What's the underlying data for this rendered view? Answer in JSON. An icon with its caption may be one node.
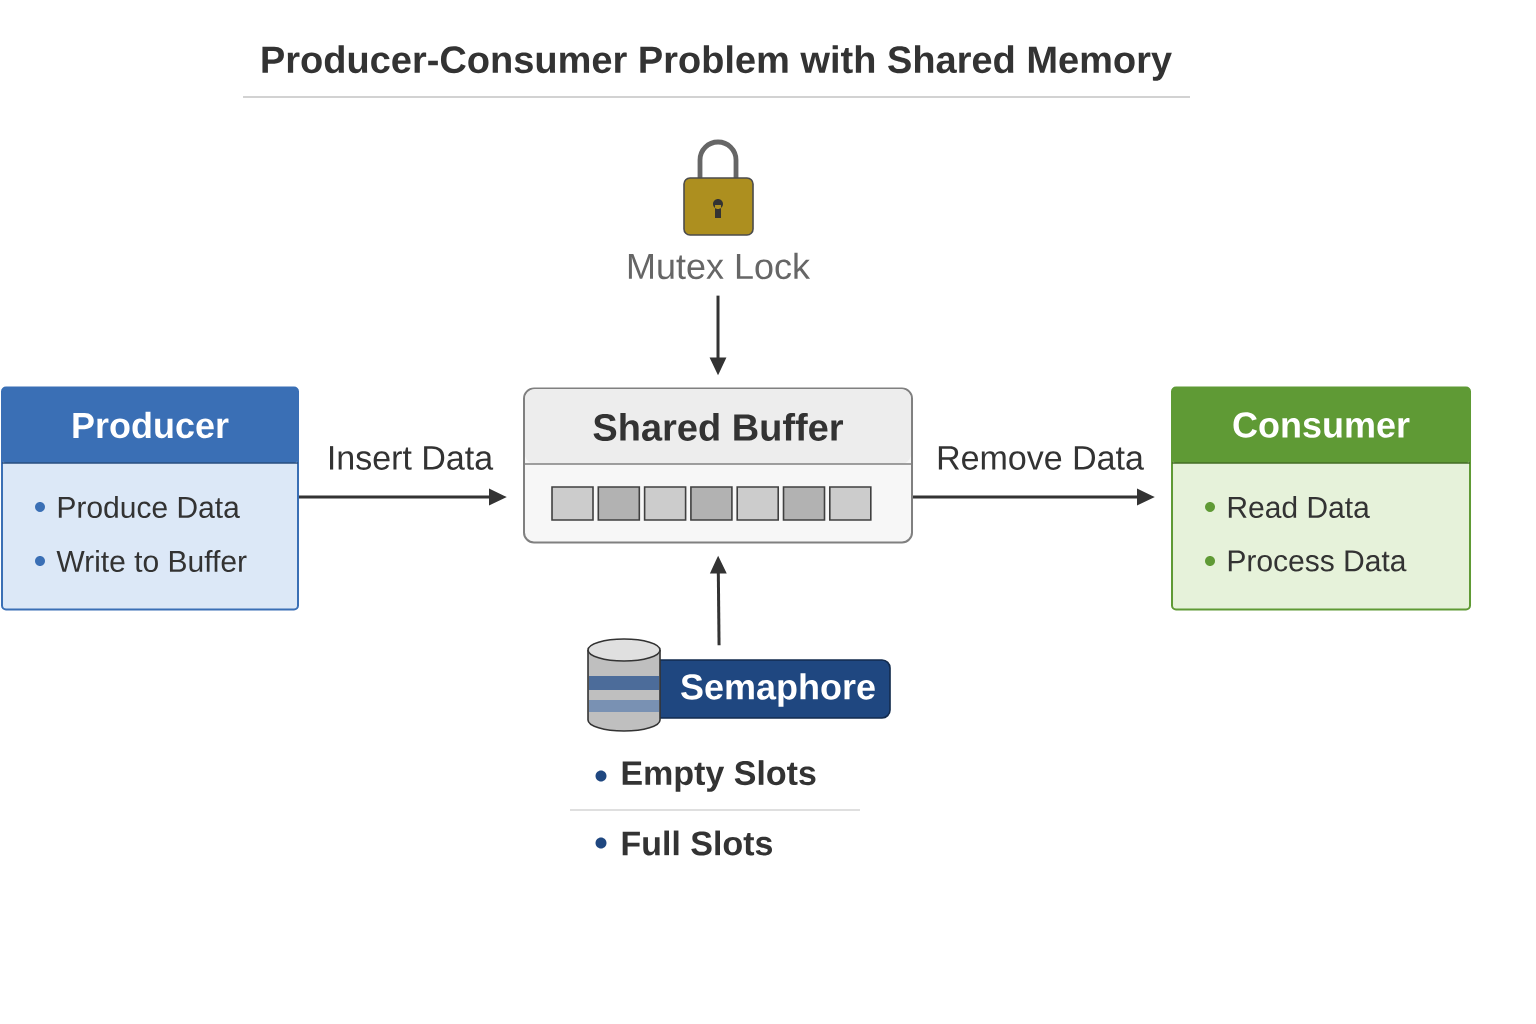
{
  "diagram": {
    "title": "Producer-Consumer Problem with Shared Memory",
    "nodes": [
      {
        "text": [
          "Producer",
          "Produce Data",
          "Write to Buffer"
        ]
      },
      {
        "text": [
          "Shared Buffer"
        ]
      },
      {
        "text": [
          "Consumer",
          "Read Data",
          "Process Data"
        ]
      },
      {
        "text": [
          "Mutex Lock"
        ]
      },
      {
        "text": [
          "Semaphore"
        ],
        "beside": [
          "Empty Slots",
          "Full Slots"
        ]
      }
    ],
    "edges": [
      {
        "from": 0,
        "to": 1,
        "arrow": "to",
        "label": "Insert Data"
      },
      {
        "from": 1,
        "to": 2,
        "arrow": "to",
        "label": "Remove Data"
      },
      {
        "from": 3,
        "to": 1,
        "arrow": "to"
      },
      {
        "from": 4,
        "to": 1,
        "arrow": "to"
      }
    ]
  }
}
